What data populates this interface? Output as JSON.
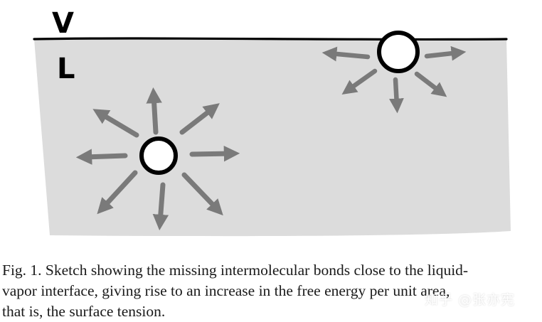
{
  "figure": {
    "phase_vapor": "V",
    "phase_liquid": "L",
    "colors": {
      "liquid": "#dcdcdc",
      "arrow": "#7a7a7a",
      "molecule_outline": "#000000",
      "molecule_fill": "#ffffff"
    },
    "molecules": [
      {
        "location": "interface",
        "arrow_count": 5
      },
      {
        "location": "bulk",
        "arrow_count": 8
      }
    ]
  },
  "caption": {
    "line1": "Fig. 1.  Sketch showing the missing intermolecular bonds close to the liquid-",
    "line2": "vapor interface, giving rise to an increase in the free energy per unit area,",
    "line3": "that is, the surface tension."
  },
  "watermark": "知乎 @张亦宪"
}
